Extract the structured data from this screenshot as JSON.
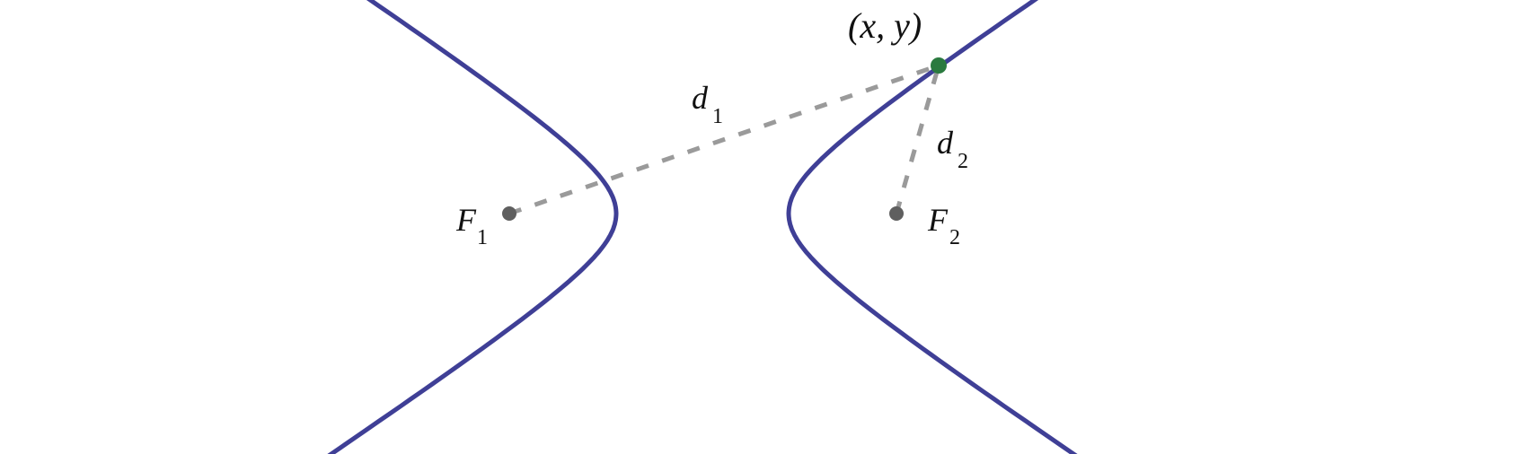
{
  "diagram": {
    "title_point_label": "(x, y)",
    "point_label": {
      "open": "(",
      "x": "x",
      "comma": ",",
      "y": "y",
      "close": ")"
    },
    "focus1": {
      "letter": "F",
      "sub": "1"
    },
    "focus2": {
      "letter": "F",
      "sub": "2"
    },
    "distance1": {
      "letter": "d",
      "sub": "1"
    },
    "distance2": {
      "letter": "d",
      "sub": "2"
    },
    "colors": {
      "curve": "#3f3f96",
      "point": "#2a7a3f",
      "focus": "#5f5f5f",
      "dashed": "#9a9a9a"
    }
  }
}
